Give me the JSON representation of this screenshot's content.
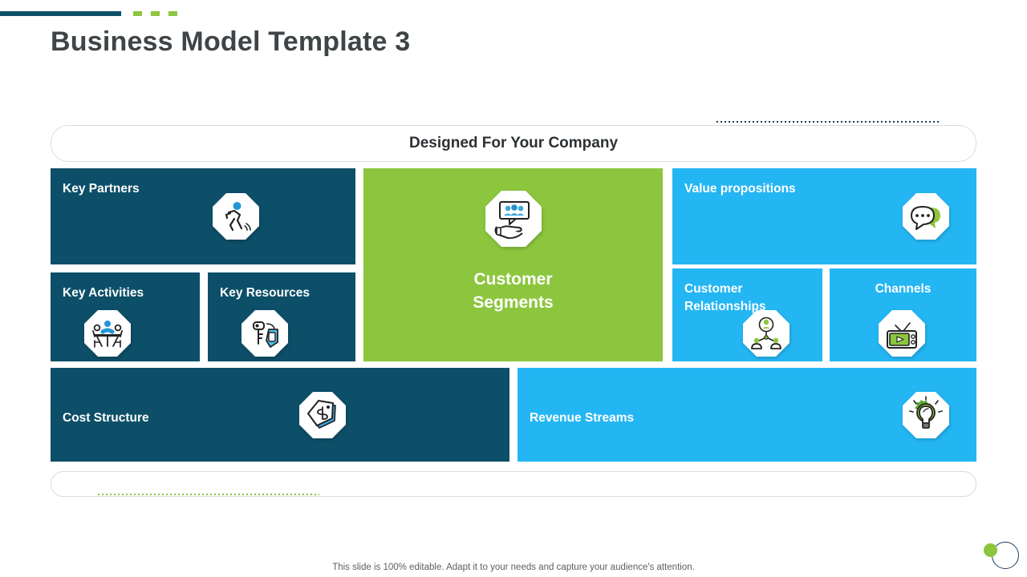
{
  "slide": {
    "title": "Business Model Template 3",
    "header_bar_text": "Designed For Your Company",
    "footer_note": "This slide is 100% editable. Adapt it to your needs and capture your audience's attention."
  },
  "colors": {
    "navy": "#0d4f68",
    "cyan": "#24b6f3",
    "green": "#8cc63e",
    "title_text": "#3f4447",
    "dots_navy": "#1d3d5c"
  },
  "panels": {
    "key_partners": {
      "label": "Key Partners",
      "icon": "running-person-icon",
      "color": "navy"
    },
    "key_activities": {
      "label": "Key Activities",
      "icon": "meeting-table-icon",
      "color": "navy"
    },
    "key_resources": {
      "label": "Key Resources",
      "icon": "key-and-tag-icon",
      "color": "navy"
    },
    "customer_segments": {
      "label": "Customer\nSegments",
      "icon": "hand-holding-people-icon",
      "color": "green"
    },
    "value_propositions": {
      "label": "Value propositions",
      "icon": "speech-bubbles-icon",
      "color": "cyan"
    },
    "customer_relationships": {
      "label": "Customer\nRelationships",
      "icon": "people-network-icon",
      "color": "cyan"
    },
    "channels": {
      "label": "Channels",
      "icon": "television-icon",
      "color": "cyan"
    },
    "cost_structure": {
      "label": "Cost Structure",
      "icon": "price-tag-dollar-icon",
      "color": "navy"
    },
    "revenue_streams": {
      "label": "Revenue Streams",
      "icon": "lightbulb-gear-icon",
      "color": "cyan"
    }
  },
  "decorations": {
    "accent_bar": "teal-accent-bar",
    "accent_dots_count": 3,
    "dotted_line_top": "navy-dotted-line",
    "dotted_line_bottom": "green-dotted-line",
    "corner_circles": "green-dot-over-navy-outline-circle"
  }
}
